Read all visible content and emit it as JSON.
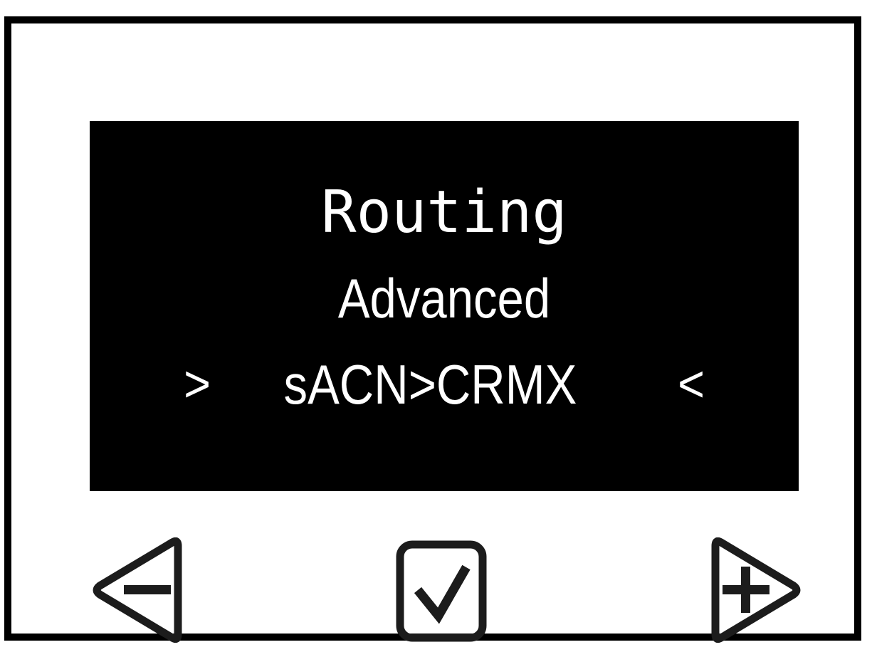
{
  "device": {
    "name": "dmx-routing-controller",
    "frame_color": "#000000",
    "body_color": "#ffffff"
  },
  "display": {
    "background_color": "#000000",
    "text_color": "#ffffff",
    "title": "Routing",
    "subtitle": "Advanced",
    "value": "sACN>CRMX",
    "prev_arrow": ">",
    "next_arrow": "<"
  },
  "buttons": [
    {
      "id": "minus",
      "icon": "triangle-left-minus-icon",
      "label": "−",
      "shape": "triangle-left"
    },
    {
      "id": "confirm",
      "icon": "check-icon",
      "label": "✓",
      "shape": "rounded-square"
    },
    {
      "id": "plus",
      "icon": "triangle-right-plus-icon",
      "label": "+",
      "shape": "triangle-right"
    }
  ]
}
